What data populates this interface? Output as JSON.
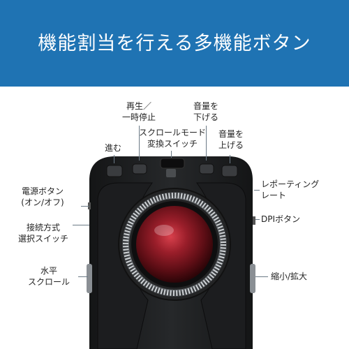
{
  "banner": {
    "title": "機能割当を行える多機能ボタン"
  },
  "labels": {
    "play_pause_1": "再生／",
    "play_pause_2": "一時停止",
    "vol_down_1": "音量を",
    "vol_down_2": "下げる",
    "scroll_mode_1": "スクロールモード",
    "scroll_mode_2": "変換スイッチ",
    "forward": "進む",
    "vol_up_1": "音量を",
    "vol_up_2": "上げる",
    "power_1": "電源ボタン",
    "power_2": "(オン/オフ)",
    "report_rate_1": "レポーティング",
    "report_rate_2": "レート",
    "dpi": "DPIボタン",
    "connection_1": "接続方式",
    "connection_2": "選択スイッチ",
    "hscroll_1": "水平",
    "hscroll_2": "スクロール",
    "zoom": "縮小/拡大"
  },
  "colors": {
    "banner": "#1f73b3",
    "ball": "#8c1c26"
  }
}
